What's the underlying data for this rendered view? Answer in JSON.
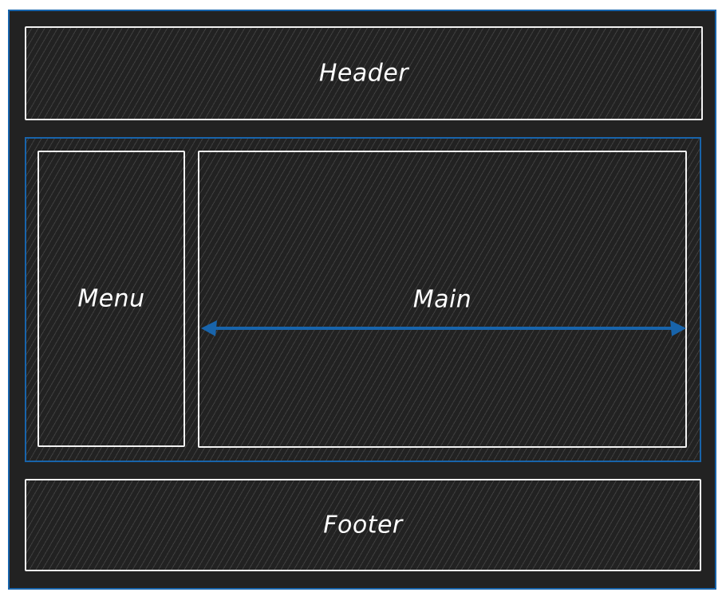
{
  "diagram": {
    "header": {
      "label": "Header"
    },
    "menu": {
      "label": "Menu"
    },
    "main": {
      "label": "Main"
    },
    "footer": {
      "label": "Footer"
    },
    "colors": {
      "background": "#222222",
      "frame_stroke": "#1864ab",
      "box_stroke": "#f2f2f2",
      "arrow": "#1864ab",
      "text": "#ffffff"
    }
  }
}
